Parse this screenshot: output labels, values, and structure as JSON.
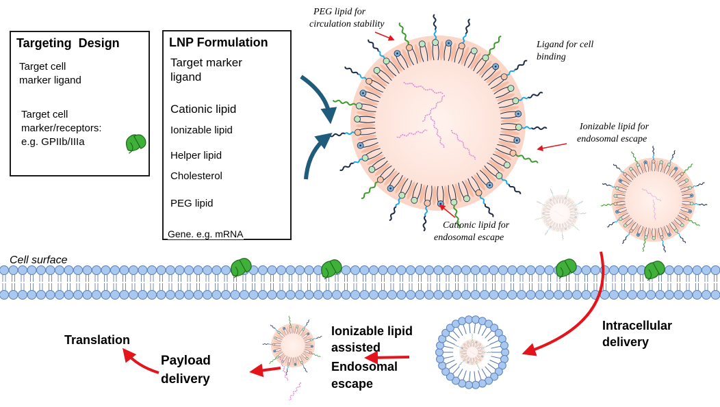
{
  "targeting_box": {
    "title": "Targeting  Design",
    "item1": [
      "Target cell",
      "marker ligand"
    ],
    "item2": [
      "Target cell",
      "marker/receptors:",
      "e.g. GPIIb/IIIa"
    ]
  },
  "lnp_box": {
    "title": "LNP Formulation",
    "items": {
      "ligand": [
        "Target marker",
        "ligand"
      ],
      "cationic": "Cationic lipid",
      "ionizable": "Ionizable lipid",
      "helper": "Helper lipid",
      "cholesterol": "Cholesterol",
      "peg": "PEG lipid",
      "gene": "Gene. e.g. mRNA"
    }
  },
  "annotations": {
    "peg": [
      "PEG lipid for",
      "circulation stability"
    ],
    "ligand": [
      "Ligand for cell",
      "binding"
    ],
    "ionizable": [
      "Ionizable lipid for",
      "endosomal escape"
    ],
    "cationic": [
      "Cationic lipid for",
      "endosomal escape"
    ]
  },
  "cell_surface_label": "Cell surface",
  "process_labels": {
    "intracellular": [
      "Intracellular",
      "delivery"
    ],
    "escape": [
      "Ionizable lipid",
      "assisted",
      "Endosomal",
      "escape"
    ],
    "payload": [
      "Payload",
      "delivery"
    ],
    "translation": "Translation"
  },
  "colors": {
    "ligand_green": "#3b9a2c",
    "receptor_green": "#3fb13a",
    "membrane_blue": "#a9c8ef",
    "membrane_outline": "#5b7fb8",
    "peg_dark": "#1c2a44",
    "peg_cyan": "#1da6e0",
    "mrna_pink": "#d98ad6",
    "cholesterol": "#f3b8a0",
    "helper_green": "#bfe8c0",
    "ionizable_orange": "#f6c6a6",
    "cationic_blue": "#7fb1d6",
    "arrow_red": "#e3141b",
    "arrow_teal": "#1f5b7a"
  }
}
